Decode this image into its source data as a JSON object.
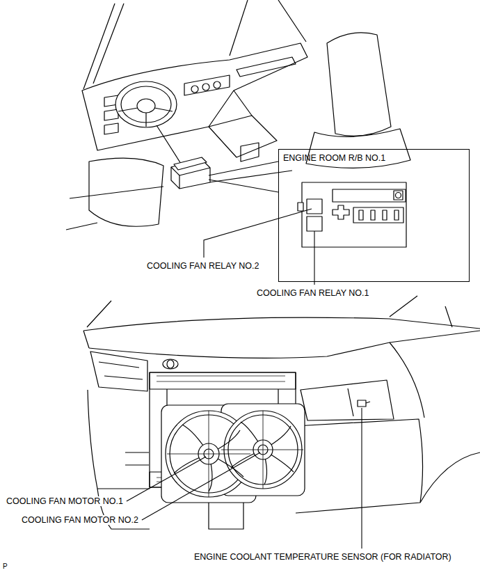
{
  "diagram": {
    "nodes": [
      {
        "text": [
          "ENGINE ROOM R/B NO.1"
        ]
      }
    ],
    "labels": [
      "COOLING FAN RELAY NO.2",
      "COOLING FAN RELAY NO.1",
      "COOLING FAN MOTOR NO.1",
      "COOLING FAN MOTOR NO.2",
      "ENGINE COOLANT TEMPERATURE SENSOR (FOR RADIATOR)",
      "P"
    ]
  }
}
